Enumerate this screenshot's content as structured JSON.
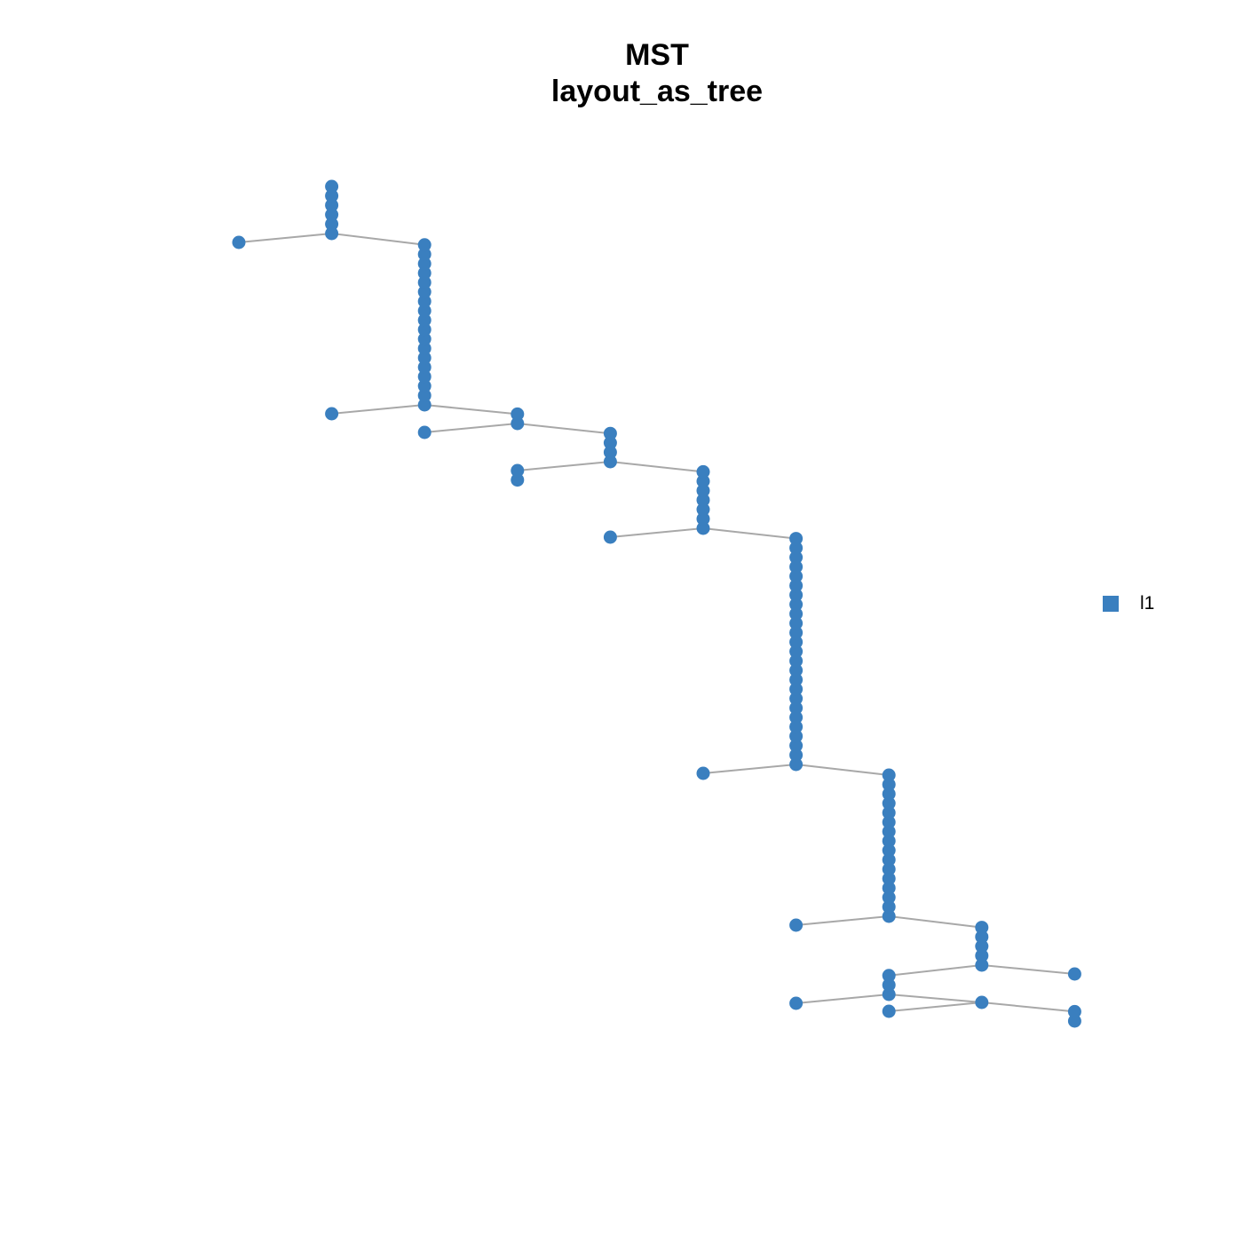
{
  "title": "MST",
  "subtitle": "layout_as_tree",
  "legend": {
    "label": "l1",
    "color": "#3a7fbf"
  },
  "colors": {
    "node": "#3a7fbf",
    "edge": "#a8a8a8"
  },
  "tree": {
    "spine": [
      {
        "level": 1,
        "size": 6
      },
      {
        "level": 2,
        "size": 18
      },
      {
        "level": 3,
        "size": 2
      },
      {
        "level": 4,
        "size": 4
      },
      {
        "level": 5,
        "size": 7
      },
      {
        "level": 6,
        "size": 25
      },
      {
        "level": 7,
        "size": 16
      },
      {
        "level": 8,
        "size": 5
      },
      {
        "level": 7,
        "size": 3
      },
      {
        "level": 8,
        "size": 1
      },
      {
        "level": 9,
        "size": 2
      }
    ],
    "leaves": [
      {
        "parent": 0,
        "level": 0,
        "size": 1
      },
      {
        "parent": 1,
        "level": 1,
        "size": 1
      },
      {
        "parent": 2,
        "level": 2,
        "size": 1
      },
      {
        "parent": 3,
        "level": 3,
        "size": 2
      },
      {
        "parent": 4,
        "level": 4,
        "size": 1
      },
      {
        "parent": 5,
        "level": 5,
        "size": 1
      },
      {
        "parent": 6,
        "level": 6,
        "size": 1
      },
      {
        "parent": 7,
        "level": 9,
        "size": 1
      },
      {
        "parent": 8,
        "level": 6,
        "size": 1
      },
      {
        "parent": 9,
        "level": 7,
        "size": 1
      }
    ]
  }
}
